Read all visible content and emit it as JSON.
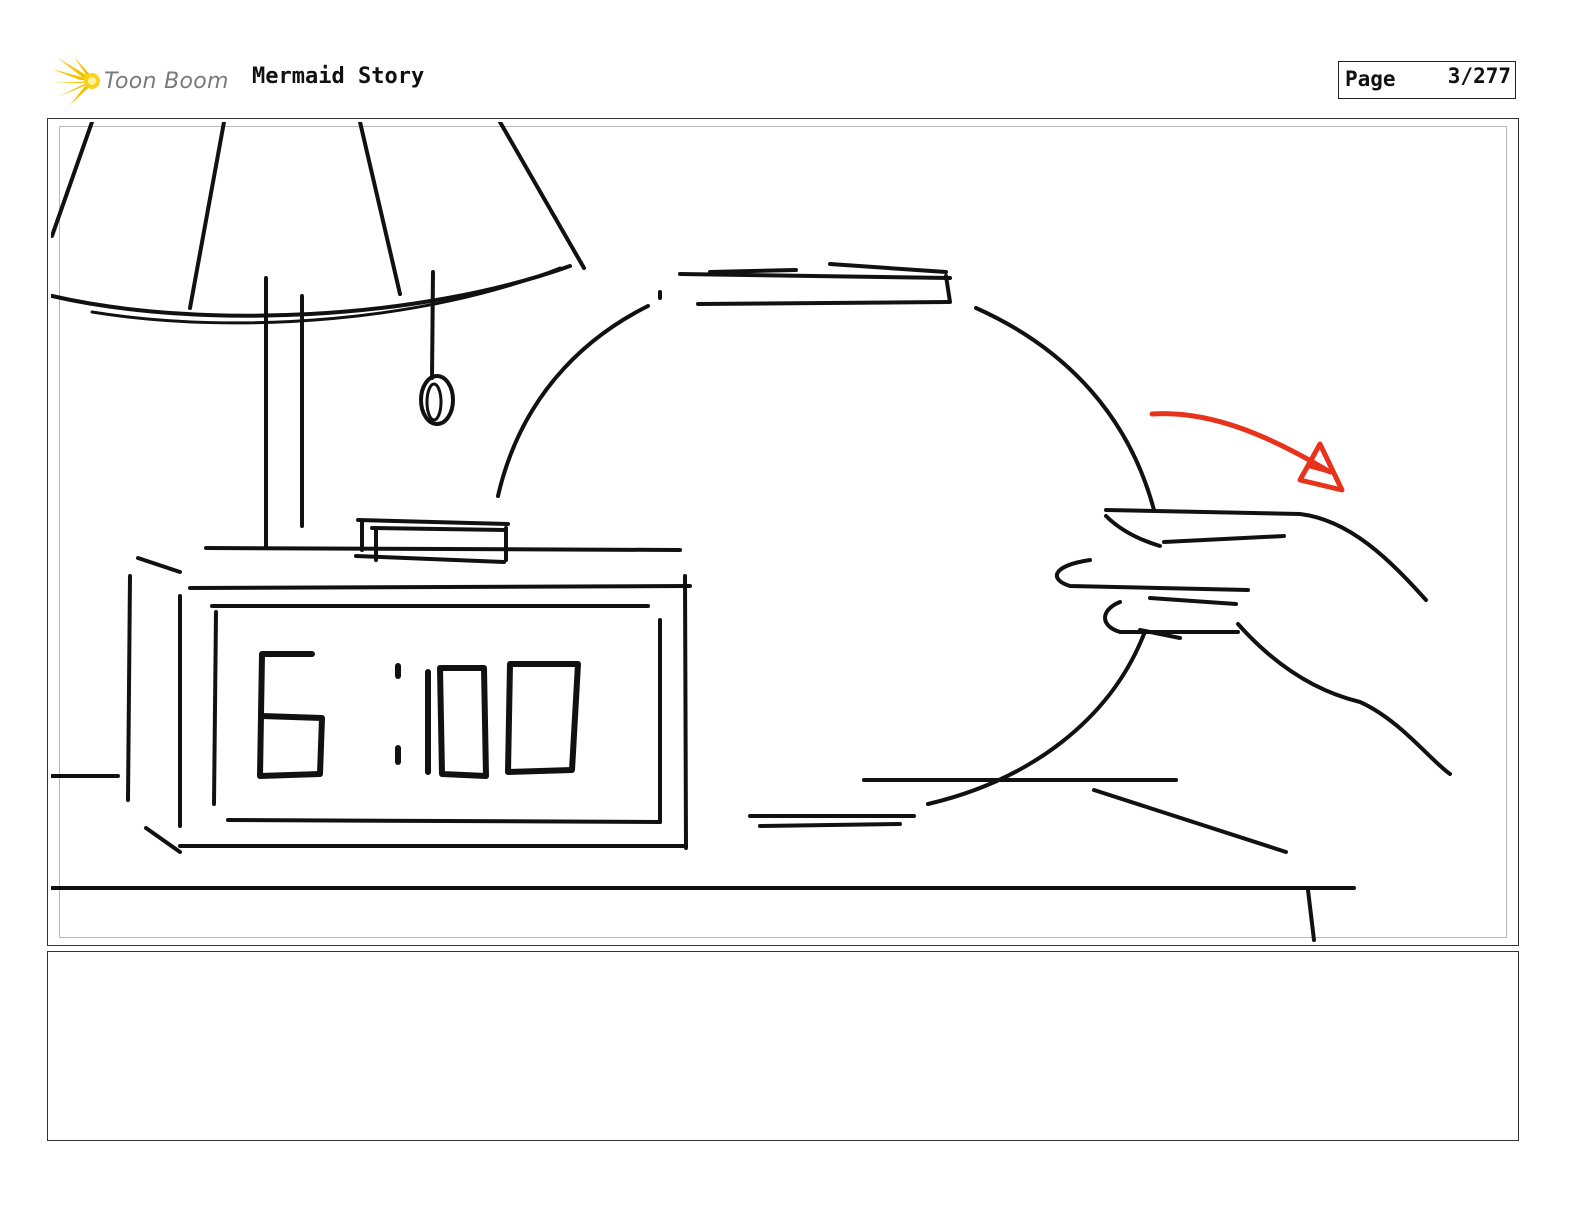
{
  "header": {
    "logo_text": "Toon Boom",
    "logo_icon": "starburst-logo-icon",
    "logo_color": "#f5c400",
    "title": "Mermaid Story"
  },
  "pagination": {
    "label": "Page",
    "value": "3/277"
  },
  "panel": {
    "clock_display": "6:00",
    "arrow_color": "#e8331c",
    "line_color": "#111111"
  },
  "notes": {
    "text": ""
  }
}
